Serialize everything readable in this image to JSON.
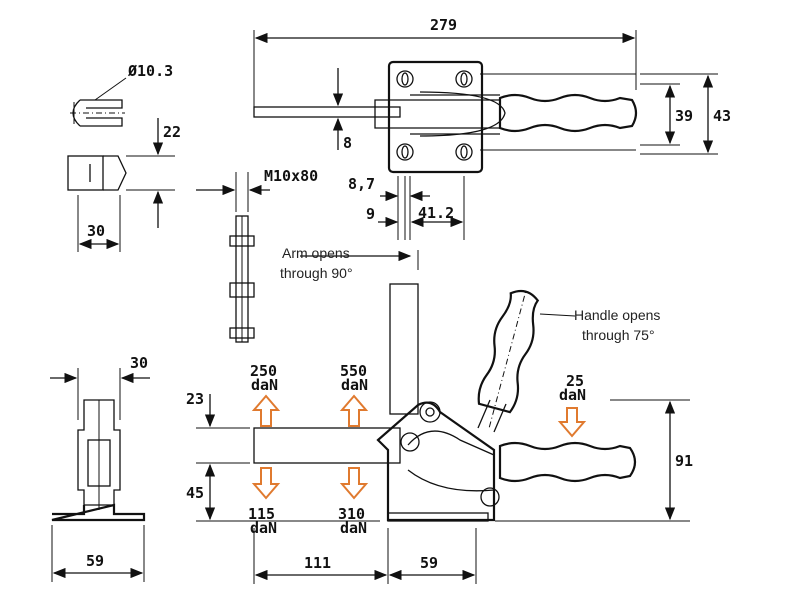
{
  "dimensions": {
    "overall_length": "279",
    "pin_diameter": "Ø10.3",
    "pin_height": "22",
    "pin_length": "30",
    "bolt": "M10x80",
    "arm_width": "8",
    "width_39": "39",
    "width_43": "43",
    "offset_87": "8,7",
    "offset_9": "9",
    "offset_412": "41.2",
    "base_30": "30",
    "base_59_left": "59",
    "height_23": "23",
    "height_45": "45",
    "height_91": "91",
    "length_111": "111",
    "length_59": "59"
  },
  "notes": {
    "arm_opens_line1": "Arm opens",
    "arm_opens_line2": "through 90°",
    "handle_opens_line1": "Handle opens",
    "handle_opens_line2": "through 75°"
  },
  "forces": {
    "f250_value": "250",
    "f550_value": "550",
    "f25_value": "25",
    "f115_value": "115",
    "f310_value": "310",
    "unit": "daN"
  },
  "colors": {
    "line": "#111111",
    "force_arrow": "#e07a2f"
  }
}
